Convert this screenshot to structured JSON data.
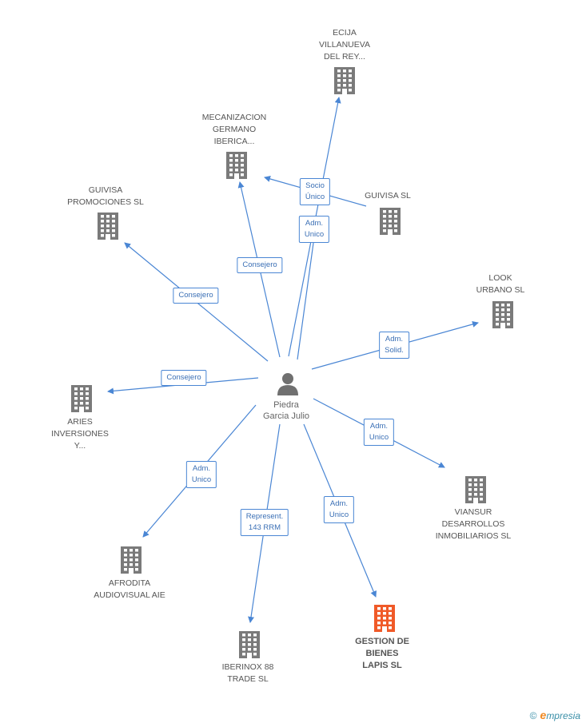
{
  "center": {
    "name": "Piedra\nGarcia Julio"
  },
  "nodes": [
    {
      "id": "ecija",
      "label": "ECIJA\nVILLANUEVA\nDEL REY...",
      "highlight": false
    },
    {
      "id": "mecanizacion",
      "label": "MECANIZACION\nGERMANO\nIBERICA...",
      "highlight": false
    },
    {
      "id": "guivisa-promociones",
      "label": "GUIVISA\nPROMOCIONES SL",
      "highlight": false
    },
    {
      "id": "guivisa",
      "label": "GUIVISA SL",
      "highlight": false
    },
    {
      "id": "look-urbano",
      "label": "LOOK\nURBANO SL",
      "highlight": false
    },
    {
      "id": "aries",
      "label": "ARIES\nINVERSIONES\nY...",
      "highlight": false
    },
    {
      "id": "viansur",
      "label": "VIANSUR\nDESARROLLOS\nINMOBILIARIOS SL",
      "highlight": false
    },
    {
      "id": "afrodita",
      "label": "AFRODITA\nAUDIOVISUAL AIE",
      "highlight": false
    },
    {
      "id": "iberinox",
      "label": "IBERINOX 88\nTRADE SL",
      "highlight": false
    },
    {
      "id": "gestion",
      "label": "GESTION DE\nBIENES\nLAPIS SL",
      "highlight": true
    }
  ],
  "edges": [
    {
      "label": "Socio\nÚnico"
    },
    {
      "label": "Adm.\nUnico"
    },
    {
      "label": "Consejero"
    },
    {
      "label": "Consejero"
    },
    {
      "label": "Consejero"
    },
    {
      "label": "Adm.\nSolid."
    },
    {
      "label": "Consejero"
    },
    {
      "label": "Adm.\nUnico"
    },
    {
      "label": "Adm.\nUnico"
    },
    {
      "label": "Represent.\n143 RRM"
    },
    {
      "label": "Adm.\nUnico"
    }
  ],
  "colors": {
    "edge": "#4a86d4",
    "building": "#7a7a7a",
    "building_highlight": "#f05a28",
    "person": "#707070"
  },
  "icons": {
    "company": "building-icon",
    "person": "person-icon",
    "copyright": "©",
    "brand_initial": "e",
    "brand_rest": "mpresia"
  }
}
